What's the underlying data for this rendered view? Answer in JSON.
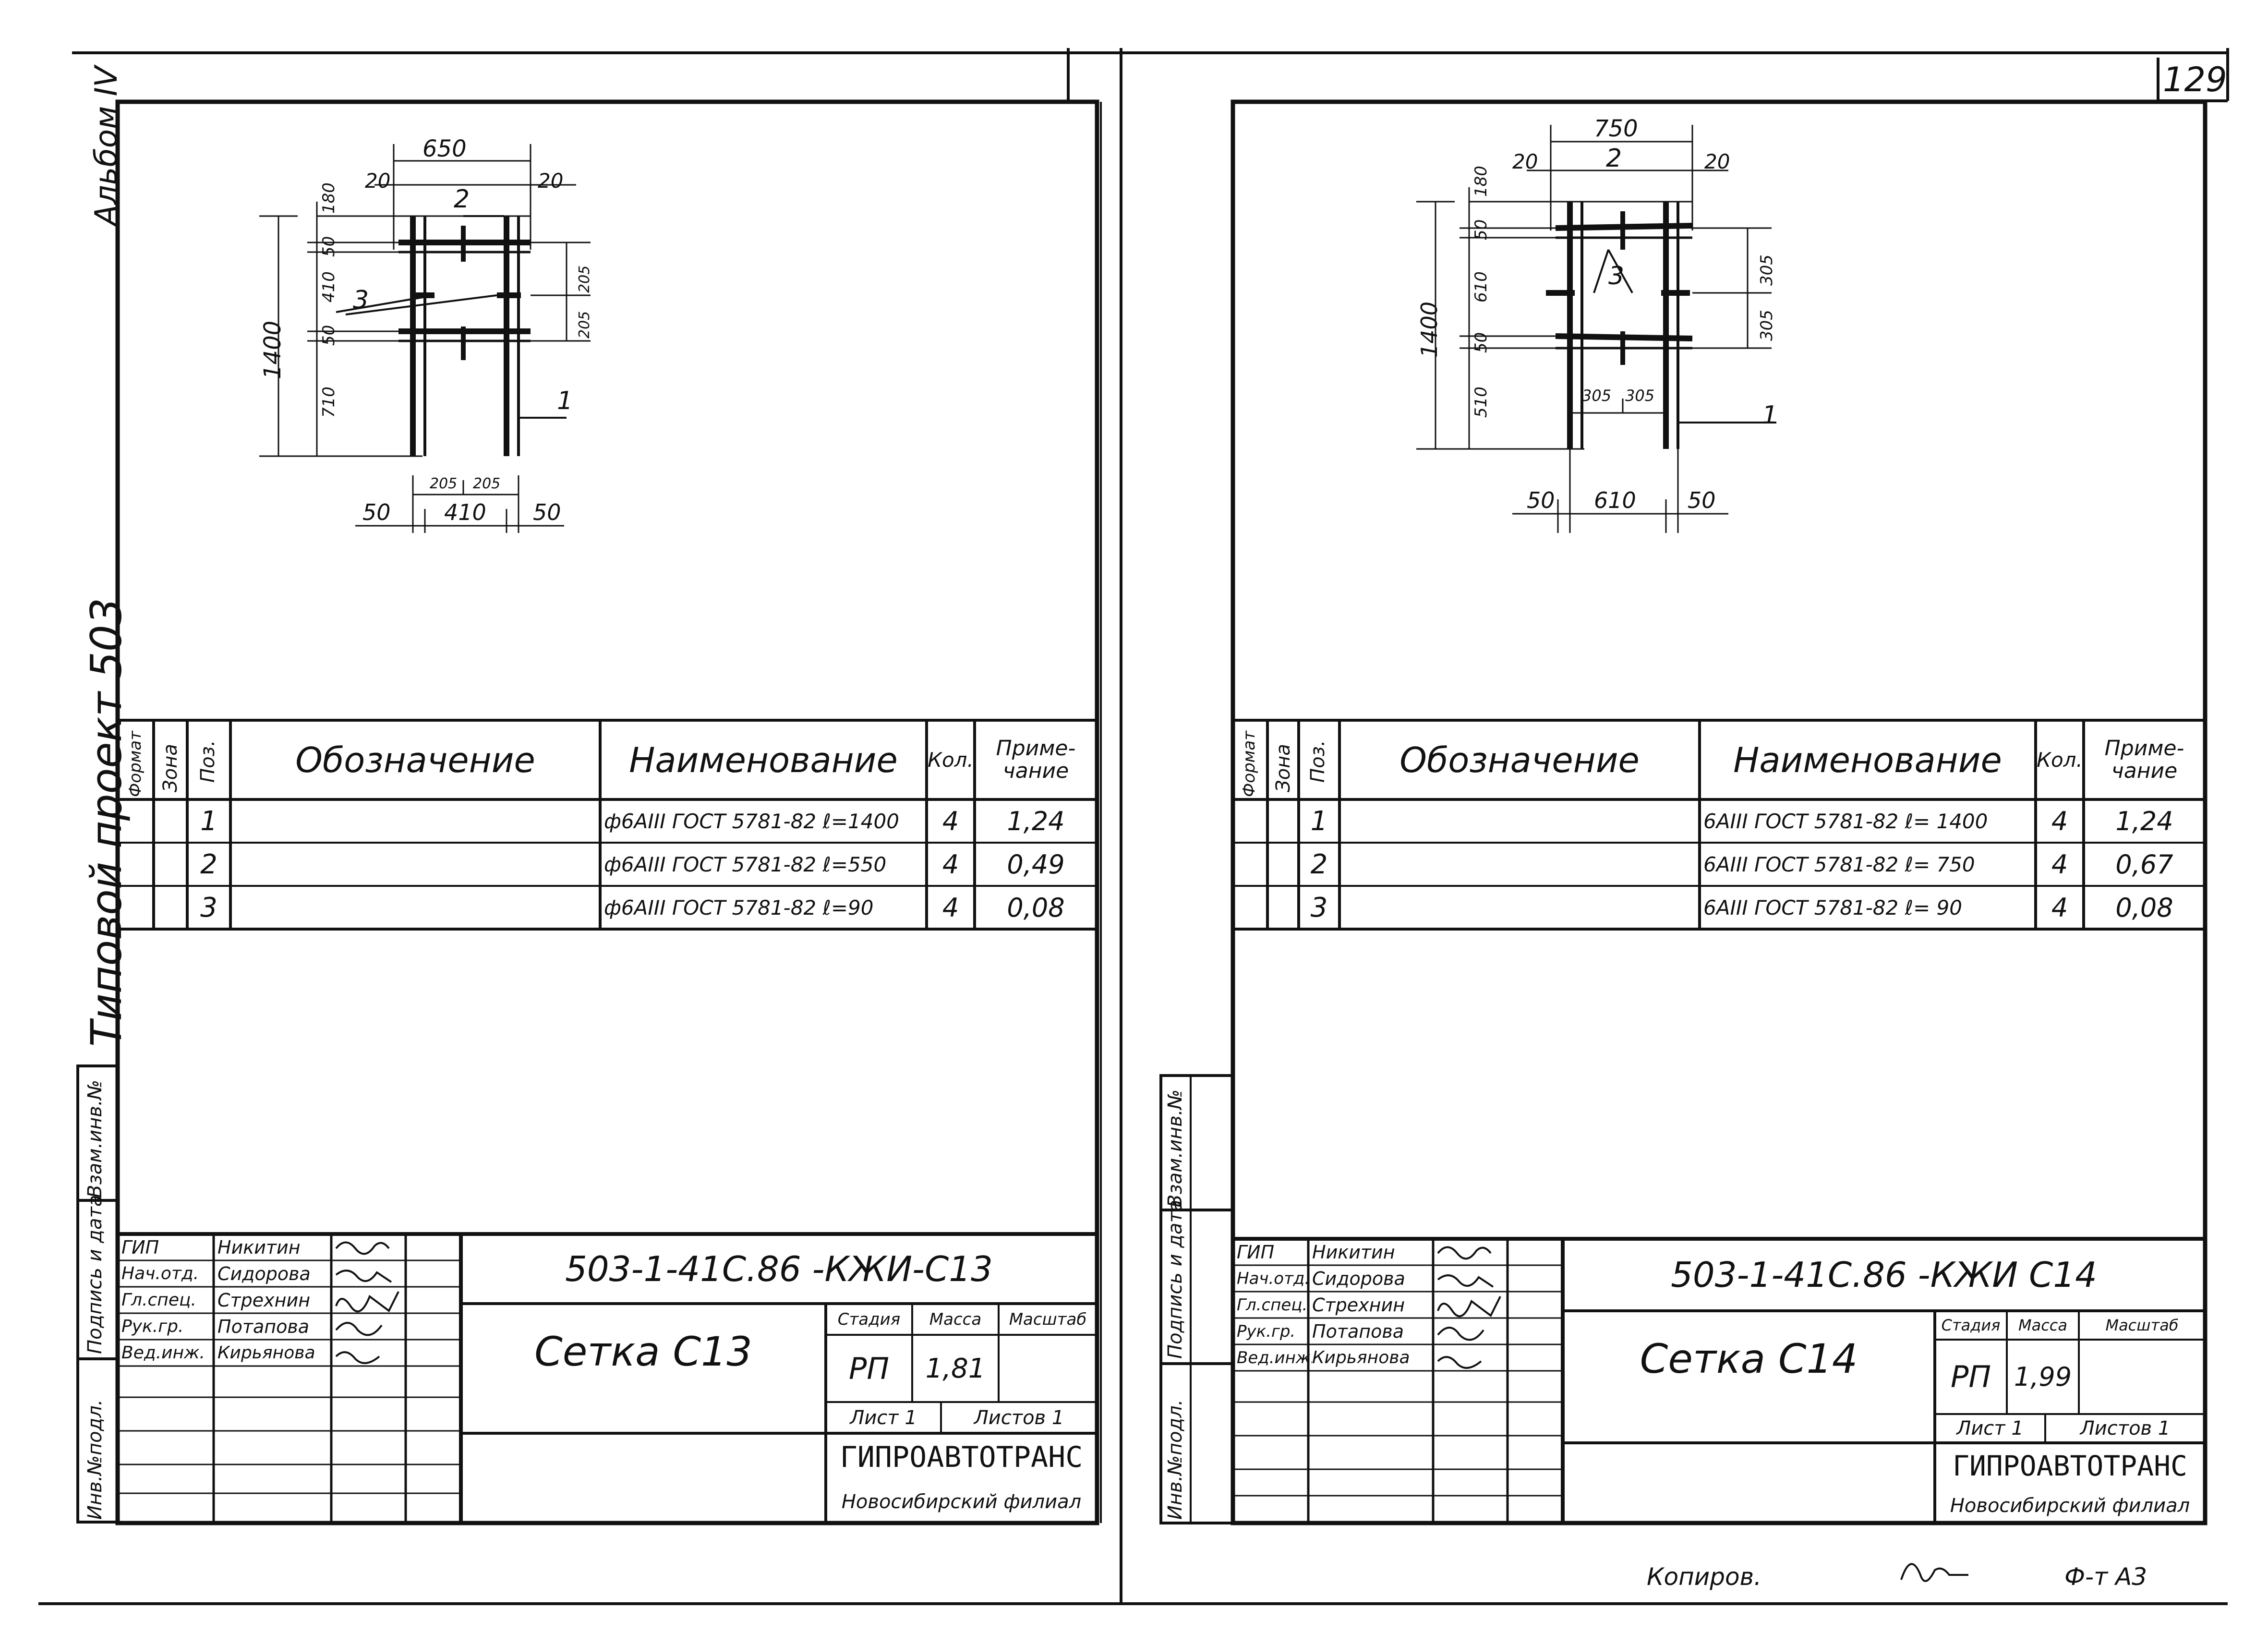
{
  "page": {
    "number": "129",
    "album": "Альбом IV",
    "project": "Типовой проект 503",
    "copied": "Копиров.",
    "format": "Ф-т А3"
  },
  "side_stamp": {
    "inv_podl": "Инв.№подл.",
    "podpis_data": "Подпись и дата",
    "vzam_inv": "Взам.инв.№"
  },
  "sheet_left": {
    "table_headers": {
      "format": "Формат",
      "zona": "Зона",
      "poz": "Поз.",
      "oboznachenie": "Обозначение",
      "naimenovanie": "Наименование",
      "kol": "Кол.",
      "primechanie": "Приме-чание"
    },
    "rows": [
      {
        "poz": "1",
        "naim": "ф6АIII ГОСТ 5781-82 ℓ=1400",
        "kol": "4",
        "prim": "1,24"
      },
      {
        "poz": "2",
        "naim": "ф6АIII ГОСТ 5781-82 ℓ=550",
        "kol": "4",
        "prim": "0,49"
      },
      {
        "poz": "3",
        "naim": "ф6АIII ГОСТ 5781-82 ℓ=90",
        "kol": "4",
        "prim": "0,08"
      }
    ],
    "dims": {
      "w_total": "650",
      "left20": "20",
      "right20": "20",
      "pos2": "2",
      "pos3": "3",
      "pos1": "1",
      "h_total": "1400",
      "v180": "180",
      "v50a": "50",
      "v410": "410",
      "v50b": "50",
      "v710": "710",
      "v205a": "205",
      "v205b": "205",
      "b205a": "205",
      "b205b": "205",
      "b50a": "50",
      "b410": "410",
      "b50b": "50"
    },
    "title_block": {
      "code": "503-1-41С.86    -КЖИ-С13",
      "name": "Сетка  С13",
      "roles": [
        "ГИП",
        "Нач.отд.",
        "Гл.спец.",
        "Рук.гр.",
        "Вед.инж."
      ],
      "people": [
        "Никитин",
        "Сидорова",
        "Стрехнин",
        "Потапова",
        "Кирьянова"
      ],
      "stadia_label": "Стадия",
      "massa_label": "Масса",
      "masshtab_label": "Масштаб",
      "stadia": "РП",
      "massa": "1,81",
      "list": "Лист 1",
      "listov": "Листов 1",
      "org": "ГИПРОАВТОТРАНС",
      "branch": "Новосибирский филиал"
    }
  },
  "sheet_right": {
    "table_headers": {
      "format": "Формат",
      "zona": "Зона",
      "poz": "Поз.",
      "oboznachenie": "Обозначение",
      "naimenovanie": "Наименование",
      "kol": "Кол.",
      "primechanie": "Приме-чание"
    },
    "rows": [
      {
        "poz": "1",
        "naim": "6АIII ГОСТ 5781-82  ℓ= 1400",
        "kol": "4",
        "prim": "1,24"
      },
      {
        "poz": "2",
        "naim": "6АIII ГОСТ 5781-82  ℓ= 750",
        "kol": "4",
        "prim": "0,67"
      },
      {
        "poz": "3",
        "naim": "6АIII ГОСТ 5781-82  ℓ= 90",
        "kol": "4",
        "prim": "0,08"
      }
    ],
    "dims": {
      "w_total": "750",
      "left20": "20",
      "right20": "20",
      "pos2": "2",
      "pos3": "3",
      "pos1": "1",
      "h_total": "1400",
      "v180": "180",
      "v50a": "50",
      "v610": "610",
      "v50b": "50",
      "v510": "510",
      "v305a": "305",
      "v305b": "305",
      "b305a": "305",
      "b305b": "305",
      "b50a": "50",
      "b610": "610",
      "b50b": "50"
    },
    "title_block": {
      "code": "503-1-41С.86      -КЖИ С14",
      "name": "Сетка  С14",
      "roles": [
        "ГИП",
        "Нач.отд.",
        "Гл.спец.",
        "Рук.гр.",
        "Вед.инж."
      ],
      "people": [
        "Никитин",
        "Сидорова",
        "Стрехнин",
        "Потапова",
        "Кирьянова"
      ],
      "stadia_label": "Стадия",
      "massa_label": "Масса",
      "masshtab_label": "Масштаб",
      "stadia": "РП",
      "massa": "1,99",
      "list": "Лист 1",
      "listov": "Листов 1",
      "org": "ГИПРОАВТОТРАНС",
      "branch": "Новосибирский филиал"
    }
  }
}
